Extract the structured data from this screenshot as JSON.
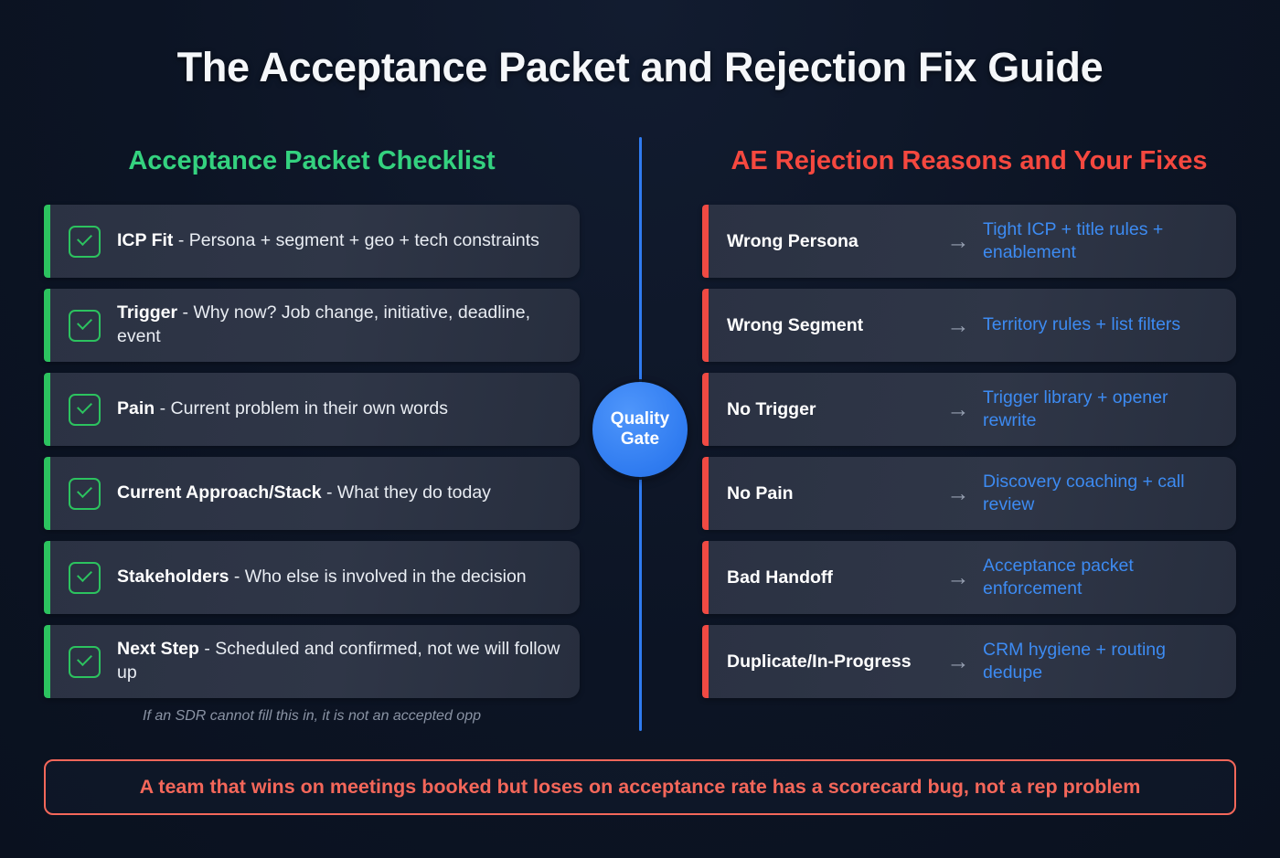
{
  "title": "The Acceptance Packet and Rejection Fix Guide",
  "left_column": {
    "heading": "Acceptance Packet Checklist",
    "items": [
      {
        "lead": "ICP Fit",
        "rest": " - Persona + segment + geo + tech constraints",
        "icon": "checkbox-checked-icon"
      },
      {
        "lead": "Trigger",
        "rest": " - Why now? Job change, initiative, deadline, event",
        "icon": "checkbox-checked-icon"
      },
      {
        "lead": "Pain",
        "rest": " - Current problem in their own words",
        "icon": "checkbox-checked-icon"
      },
      {
        "lead": "Current Approach/Stack",
        "rest": " - What they do today",
        "icon": "checkbox-checked-icon"
      },
      {
        "lead": "Stakeholders",
        "rest": " - Who else is involved in the decision",
        "icon": "checkbox-checked-icon"
      },
      {
        "lead": "Next Step",
        "rest": " - Scheduled and confirmed, not we will follow up",
        "icon": "checkbox-checked-icon"
      }
    ],
    "footnote": "If an SDR cannot fill this in, it is not an accepted opp"
  },
  "right_column": {
    "heading": "AE Rejection Reasons and Your Fixes",
    "arrow_glyph": "→",
    "items": [
      {
        "reason": "Wrong Persona",
        "fix": "Tight ICP + title rules + enablement"
      },
      {
        "reason": "Wrong Segment",
        "fix": "Territory rules + list filters"
      },
      {
        "reason": "No Trigger",
        "fix": "Trigger library + opener rewrite"
      },
      {
        "reason": "No Pain",
        "fix": "Discovery coaching + call review"
      },
      {
        "reason": "Bad Handoff",
        "fix": "Acceptance packet enforcement"
      },
      {
        "reason": "Duplicate/In-Progress",
        "fix": "CRM hygiene + routing dedupe"
      }
    ]
  },
  "center": {
    "gate_line1": "Quality",
    "gate_line2": "Gate"
  },
  "banner": {
    "text": "A team that wins on meetings booked but loses on acceptance rate has a scorecard bug, not a rep problem"
  },
  "colors": {
    "background": "#0c1424",
    "card": "#2b3243",
    "green_accent": "#2cc35f",
    "green_heading": "#34d27f",
    "red_accent": "#f04a43",
    "red_heading": "#f5483f",
    "blue_link": "#3d8bf2",
    "blue_gate": "#2f7bf0",
    "banner_border": "#f4675a",
    "title_text": "#f5f7fa",
    "footnote_text": "#8a93a4"
  }
}
